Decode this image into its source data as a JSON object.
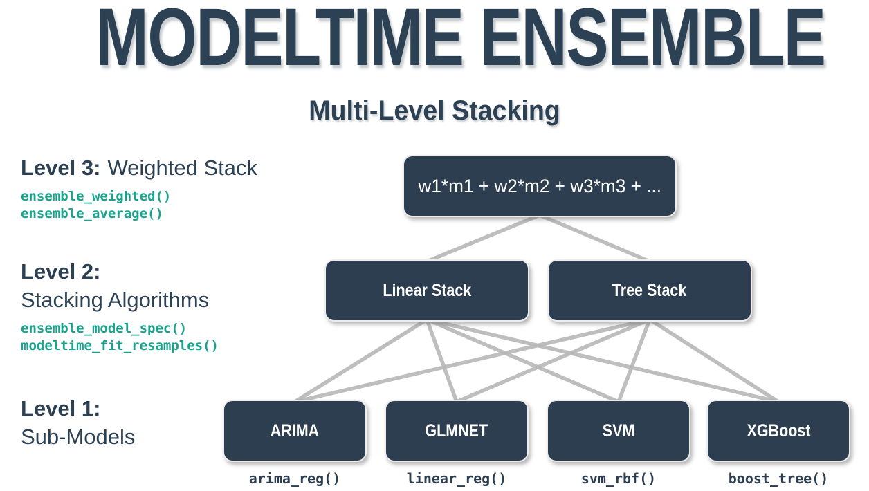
{
  "header": {
    "title": "MODELTIME ENSEMBLE",
    "subtitle": "Multi-Level Stacking"
  },
  "levels": {
    "level3": {
      "name": "Level 3:",
      "desc": "Weighted Stack",
      "fn1": "ensemble_weighted()",
      "fn2": "ensemble_average()"
    },
    "level2": {
      "name": "Level 2:",
      "desc": "Stacking Algorithms",
      "fn1": "ensemble_model_spec()",
      "fn2": "modeltime_fit_resamples()"
    },
    "level1": {
      "name": "Level 1:",
      "desc": "Sub-Models"
    }
  },
  "diagram": {
    "top_node": "w1*m1 + w2*m2 + w3*m3 + ...",
    "linear_stack": "Linear Stack",
    "tree_stack": "Tree Stack",
    "sub_models": [
      {
        "label": "ARIMA",
        "fn": "arima_reg()"
      },
      {
        "label": "GLMNET",
        "fn": "linear_reg()"
      },
      {
        "label": "SVM",
        "fn": "svm_rbf()"
      },
      {
        "label": "XGBoost",
        "fn": "boost_tree()"
      }
    ]
  },
  "colors": {
    "node_fill": "#2d3e50",
    "heading_navy": "#2d4154",
    "accent_teal": "#18a48c",
    "connector_gray": "#b8b8b8"
  }
}
